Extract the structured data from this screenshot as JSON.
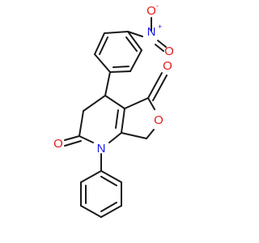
{
  "molecule": {
    "atoms": {
      "nitro_n": {
        "symbol": "N",
        "charge": "+",
        "color": "#1a1af0"
      },
      "nitro_o_top": {
        "symbol": "O",
        "charge": "-",
        "color": "#e61919"
      },
      "nitro_o_right": {
        "symbol": "O",
        "color": "#e61919"
      },
      "ketone_o": {
        "symbol": "O",
        "color": "#e61919"
      },
      "ring_o": {
        "symbol": "O",
        "color": "#e61919"
      },
      "amide_o": {
        "symbol": "O",
        "color": "#e61919"
      },
      "ring_n": {
        "symbol": "N",
        "color": "#1a1af0"
      }
    },
    "bond_color": "#1a1a1a"
  }
}
